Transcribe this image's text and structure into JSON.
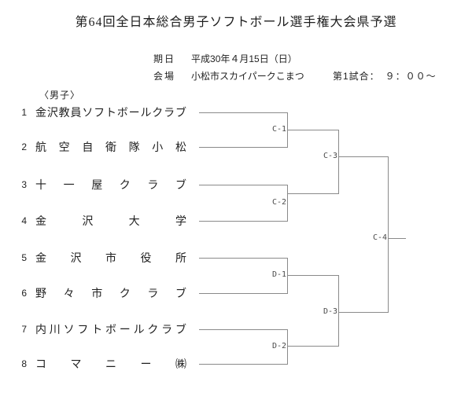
{
  "title": "第64回全日本総合男子ソフトボール選手権大会県予選",
  "info": {
    "date_label": "期日",
    "date_value": "平成30年４月15日（日）",
    "venue_label": "会場",
    "venue_value": "小松市スカイパークこまつ",
    "first_game": "第1試合：　９：００～"
  },
  "section_label": "〈男子〉",
  "teams": [
    {
      "seed": "1",
      "name": "金沢教員ソフトボールクラブ"
    },
    {
      "seed": "2",
      "name": "航空自衛隊小松"
    },
    {
      "seed": "3",
      "name": "十一屋クラブ"
    },
    {
      "seed": "4",
      "name": "金沢大学"
    },
    {
      "seed": "5",
      "name": "金沢市役所"
    },
    {
      "seed": "6",
      "name": "野々市クラブ"
    },
    {
      "seed": "7",
      "name": "内川ソフトボールクラブ"
    },
    {
      "seed": "8",
      "name": "コマニー㈱"
    }
  ],
  "bracket": {
    "match_labels": {
      "c1": "C-1",
      "c2": "C-2",
      "c3": "C-3",
      "c4": "C-4",
      "d1": "D-1",
      "d2": "D-2",
      "d3": "D-3"
    }
  },
  "colors": {
    "line": "#8a8a8a",
    "text": "#1f1f1f",
    "match_label_text": "#4a4a4a",
    "background": "#ffffff"
  }
}
